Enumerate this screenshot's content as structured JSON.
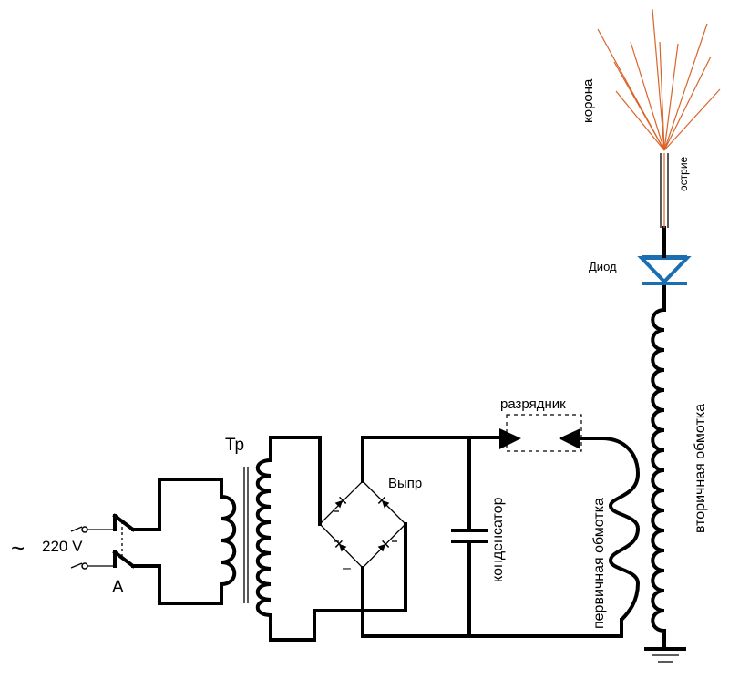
{
  "labels": {
    "mains_symbol": "~",
    "mains_voltage": "220 V",
    "switch": "A",
    "transformer": "Тр",
    "rectifier": "Выпр",
    "minus": "–",
    "spark_gap": "разрядник",
    "capacitor": "конденсатор",
    "primary_winding": "первичная обмотка",
    "secondary_winding": "вторичная обмотка",
    "diode": "Диод",
    "tip": "острие",
    "corona": "корона"
  },
  "colors": {
    "wire": "#000000",
    "diode": "#1b6fb0",
    "corona": "#d9642a",
    "background": "#ffffff"
  }
}
